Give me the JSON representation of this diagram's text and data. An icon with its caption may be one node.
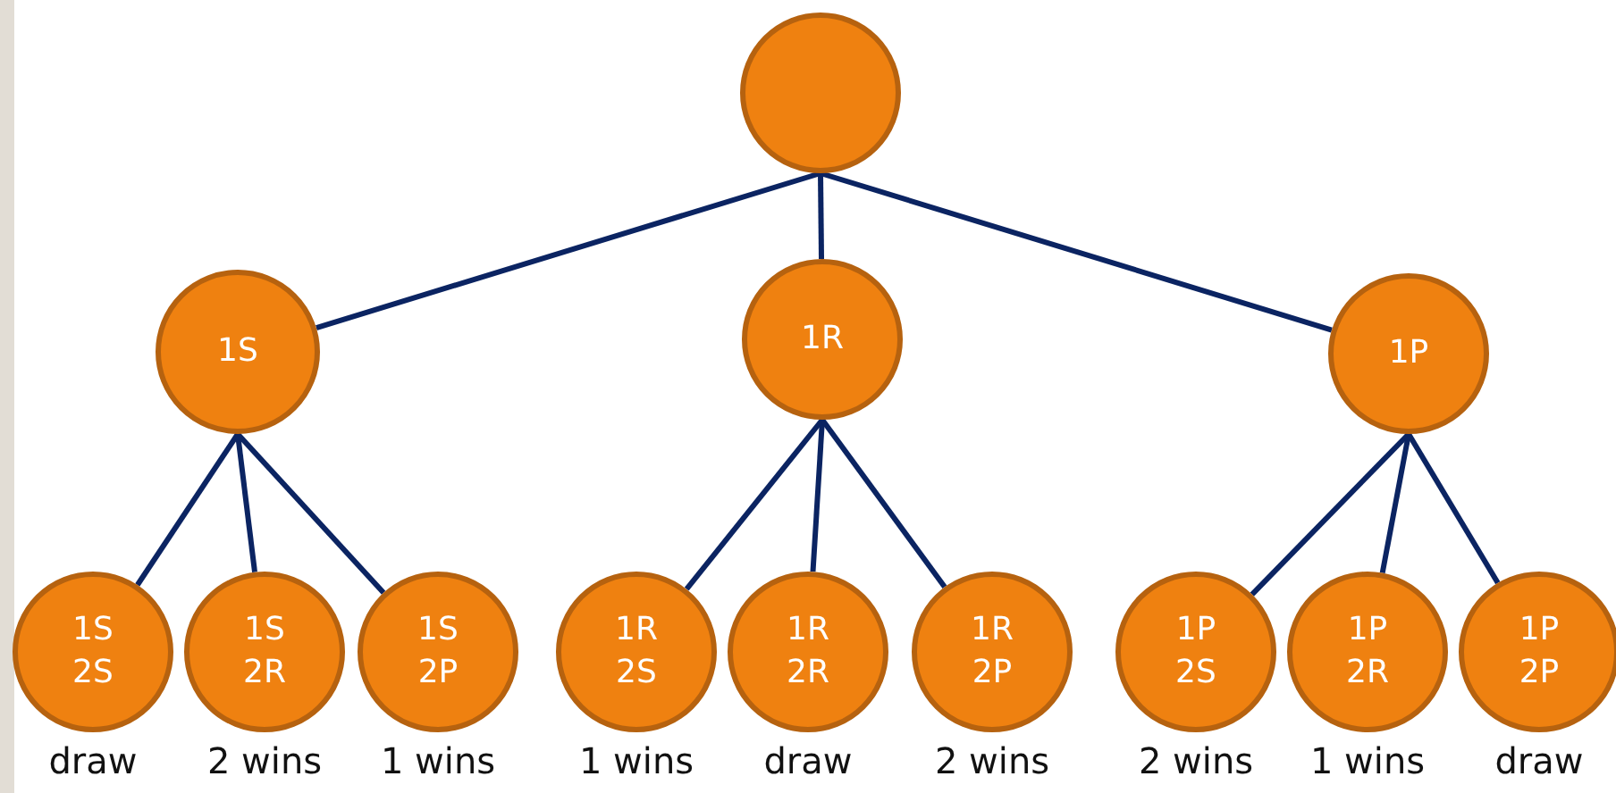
{
  "diagram": {
    "nodes": [
      {
        "text": [],
        "shape": "circle"
      },
      {
        "text": [
          "1S"
        ]
      },
      {
        "text": [
          "1R"
        ]
      },
      {
        "text": [
          "1P"
        ]
      },
      {
        "text": [
          "1S 2S"
        ],
        "beside": [
          "draw"
        ]
      },
      {
        "text": [
          "1S 2R"
        ],
        "beside": [
          "2 wins"
        ]
      },
      {
        "text": [
          "1S 2P"
        ],
        "beside": [
          "1 wins"
        ]
      },
      {
        "text": [
          "1R 2S"
        ],
        "beside": [
          "1 wins"
        ]
      },
      {
        "text": [
          "1R 2R"
        ],
        "beside": [
          "draw"
        ]
      },
      {
        "text": [
          "1R 2P"
        ],
        "beside": [
          "2 wins"
        ]
      },
      {
        "text": [
          "1P 2S"
        ],
        "beside": [
          "2 wins"
        ]
      },
      {
        "text": [
          "1P 2R"
        ],
        "beside": [
          "1 wins"
        ]
      },
      {
        "text": [
          "1P 2P"
        ],
        "beside": [
          "draw"
        ]
      }
    ],
    "edges": [
      {
        "from": 0,
        "to": 1,
        "arrow": "none"
      },
      {
        "from": 0,
        "to": 2,
        "arrow": "none"
      },
      {
        "from": 0,
        "to": 3,
        "arrow": "none"
      },
      {
        "from": 1,
        "to": 4,
        "arrow": "none"
      },
      {
        "from": 1,
        "to": 5,
        "arrow": "none"
      },
      {
        "from": 1,
        "to": 6,
        "arrow": "none"
      },
      {
        "from": 2,
        "to": 7,
        "arrow": "none"
      },
      {
        "from": 2,
        "to": 8,
        "arrow": "none"
      },
      {
        "from": 2,
        "to": 9,
        "arrow": "none"
      },
      {
        "from": 3,
        "to": 10,
        "arrow": "none"
      },
      {
        "from": 3,
        "to": 11,
        "arrow": "none"
      },
      {
        "from": 3,
        "to": 12,
        "arrow": "none"
      }
    ]
  }
}
